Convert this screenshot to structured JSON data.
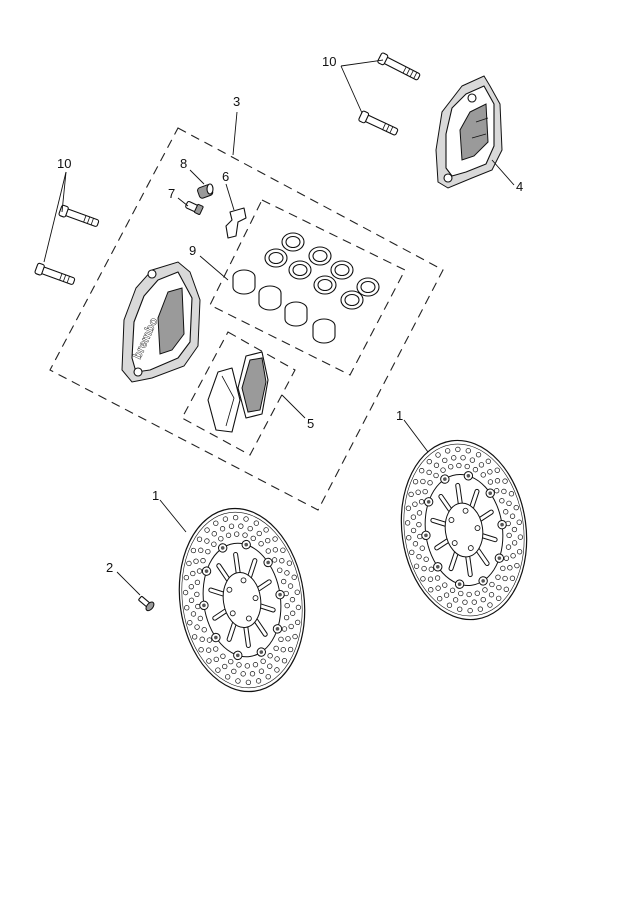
{
  "diagram": {
    "callouts": {
      "c1_right": "1",
      "c1_left": "1",
      "c2": "2",
      "c3": "3",
      "c4": "4",
      "c5": "5",
      "c6": "6",
      "c7": "7",
      "c8": "8",
      "c9": "9",
      "c10_top": "10",
      "c10_left": "10"
    },
    "caliper_brand": "brembo"
  }
}
